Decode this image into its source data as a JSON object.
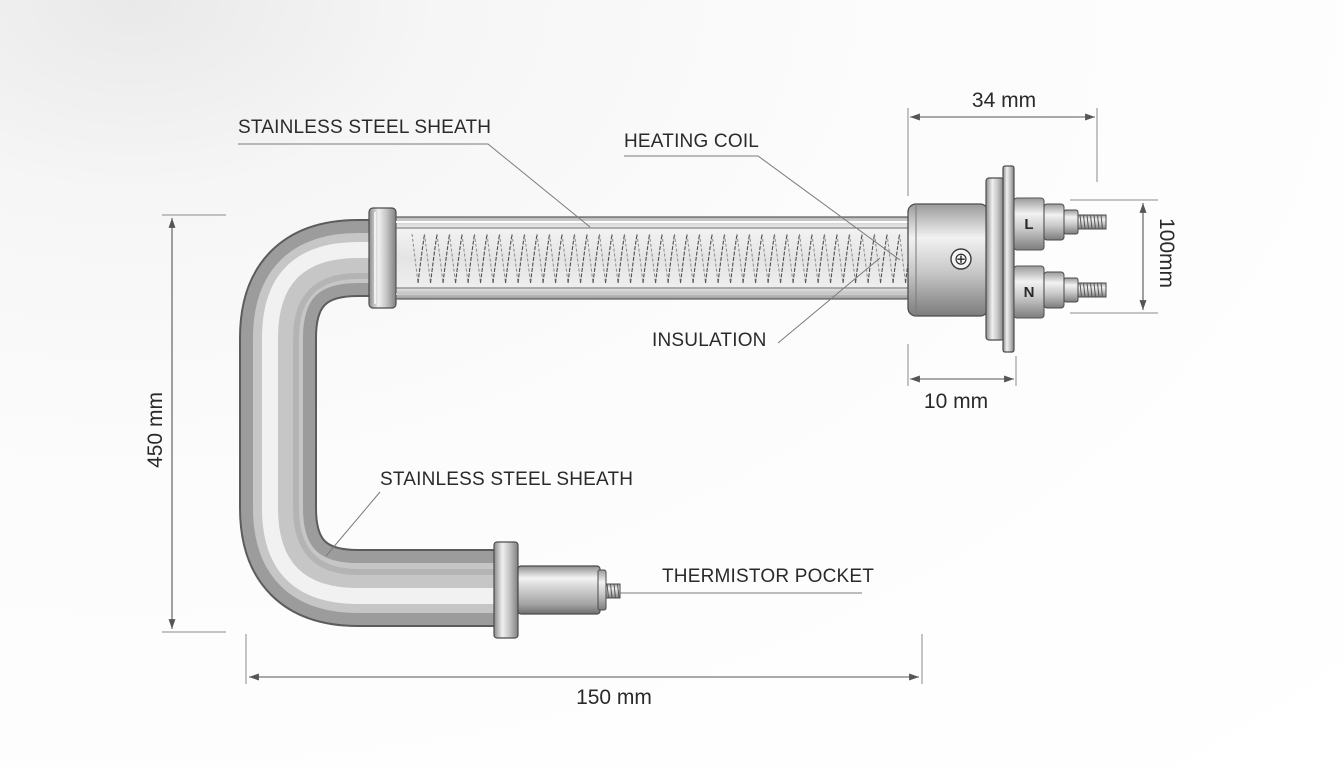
{
  "diagram": {
    "callouts": {
      "sheath_top": "STAINLESS STEEL SHEATH",
      "heating_coil": "HEATING COIL",
      "insulation": "INSULATION",
      "sheath_bottom": "STAINLESS STEEL SHEATH",
      "thermistor_pocket": "THERMISTOR POCKET"
    },
    "dimensions": {
      "flange_width": "34 mm",
      "terminal_span": "10 mm",
      "terminal_height": "100mm",
      "overall_height": "450 mm",
      "overall_length": "150 mm"
    },
    "terminals": {
      "live": "L",
      "neutral": "N",
      "ground_symbol": "⊕"
    }
  }
}
